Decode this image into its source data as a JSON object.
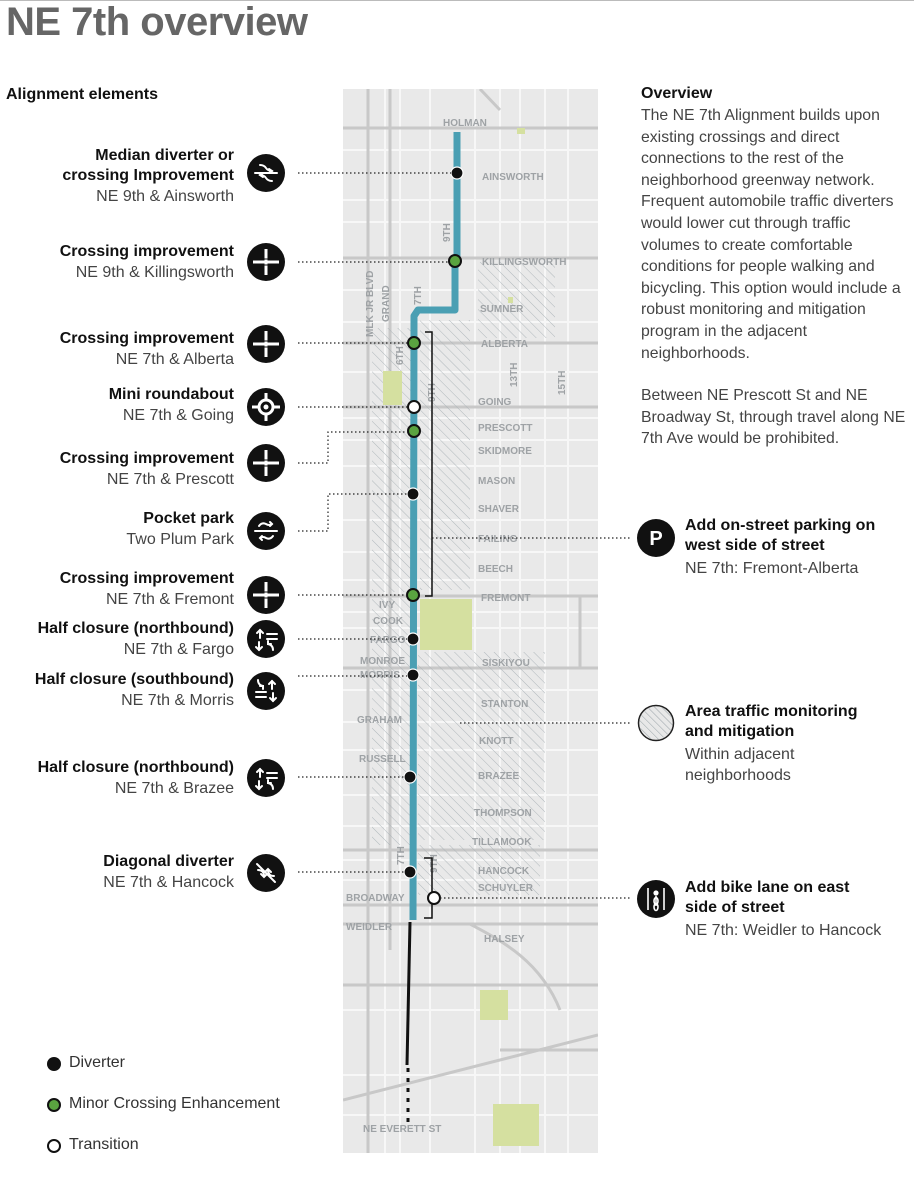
{
  "title": "NE 7th overview",
  "alignment_heading": "Alignment elements",
  "elements": [
    {
      "title": "Median diverter or",
      "title2": "crossing Improvement",
      "subtitle": "NE 9th & Ainsworth",
      "icon": "median-diverter-icon"
    },
    {
      "title": "Crossing improvement",
      "subtitle": "NE 9th & Killingsworth",
      "icon": "crossing-improvement-icon"
    },
    {
      "title": "Crossing improvement",
      "subtitle": "NE 7th & Alberta",
      "icon": "crossing-improvement-icon"
    },
    {
      "title": "Mini roundabout",
      "subtitle": "NE 7th & Going",
      "icon": "mini-roundabout-icon"
    },
    {
      "title": "Crossing improvement",
      "subtitle": "NE 7th & Prescott",
      "icon": "crossing-improvement-icon"
    },
    {
      "title": "Pocket park",
      "subtitle": "Two Plum Park",
      "icon": "pocket-park-icon"
    },
    {
      "title": "Crossing improvement",
      "subtitle": "NE 7th & Fremont",
      "icon": "crossing-improvement-icon"
    },
    {
      "title": "Half closure (northbound)",
      "subtitle": "NE 7th & Fargo",
      "icon": "half-closure-northbound-icon"
    },
    {
      "title": "Half closure (southbound)",
      "subtitle": "NE 7th & Morris",
      "icon": "half-closure-southbound-icon"
    },
    {
      "title": "Half closure (northbound)",
      "subtitle": "NE 7th & Brazee",
      "icon": "half-closure-northbound-icon"
    },
    {
      "title": "Diagonal diverter",
      "subtitle": "NE 7th & Hancock",
      "icon": "diagonal-diverter-icon"
    }
  ],
  "overview": {
    "heading": "Overview",
    "para1": "The NE 7th Alignment builds upon existing crossings and direct connections to the rest of the neighborhood greenway network. Frequent automobile traffic diverters would lower cut through traffic volumes to create comfortable conditions for people walking and bicycling. This option would include a robust monitoring and mitigation program in the adjacent neighborhoods.",
    "para2": "Between NE Prescott St and NE Broadway St, through travel along NE 7th Ave would be prohibited."
  },
  "right_legend": [
    {
      "title": "Add on-street parking on",
      "title2": "west side of street",
      "subtitle": "NE 7th: Fremont-Alberta",
      "icon": "parking-icon",
      "icon_text": "P"
    },
    {
      "title": "Area traffic monitoring",
      "title2": "and mitigation",
      "subtitle": "Within adjacent",
      "subtitle2": "neighborhoods",
      "icon": "hatched-area-icon"
    },
    {
      "title": "Add bike lane on east",
      "title2": "side of street",
      "subtitle": "NE 7th: Weidler to Hancock",
      "icon": "bike-lane-icon"
    }
  ],
  "point_legend": [
    {
      "label": "Diverter",
      "color": "#111111"
    },
    {
      "label": "Minor Crossing Enhancement",
      "color": "#5aa340"
    },
    {
      "label": "Transition",
      "color": "#ffffff"
    }
  ],
  "map": {
    "route_color": "#4a9fb3",
    "street_labels": {
      "holman": "HOLMAN",
      "ainsworth": "AINSWORTH",
      "ninth_top": "9TH",
      "killingsworth": "KILLINGSWORTH",
      "sumner": "SUMNER",
      "mlk": "MLK JR BLVD",
      "grand": "GRAND",
      "seventh_top": "7TH",
      "sixth": "6TH",
      "alberta": "ALBERTA",
      "ninth_mid": "9TH",
      "thirteenth": "13TH",
      "fifteenth": "15TH",
      "going": "GOING",
      "prescott": "PRESCOTT",
      "skidmore": "SKIDMORE",
      "mason": "MASON",
      "shaver": "SHAVER",
      "failing": "FAILING",
      "beech": "BEECH",
      "ivy": "IVY",
      "fremont": "FREMONT",
      "cook": "COOK",
      "fargo": "FARGO",
      "monroe": "MONROE",
      "morris": "MORRIS",
      "siskiyou": "SISKIYOU",
      "graham": "GRAHAM",
      "stanton": "STANTON",
      "knott": "KNOTT",
      "russell": "RUSSELL",
      "brazee": "BRAZEE",
      "thompson": "THOMPSON",
      "tillamook": "TILLAMOOK",
      "seventh_bottom": "7TH",
      "ninth_bottom": "9TH",
      "hancock": "HANCOCK",
      "schuyler": "SCHUYLER",
      "broadway": "BROADWAY",
      "weidler": "WEIDLER",
      "halsey": "HALSEY",
      "everett": "NE EVERETT ST"
    }
  }
}
